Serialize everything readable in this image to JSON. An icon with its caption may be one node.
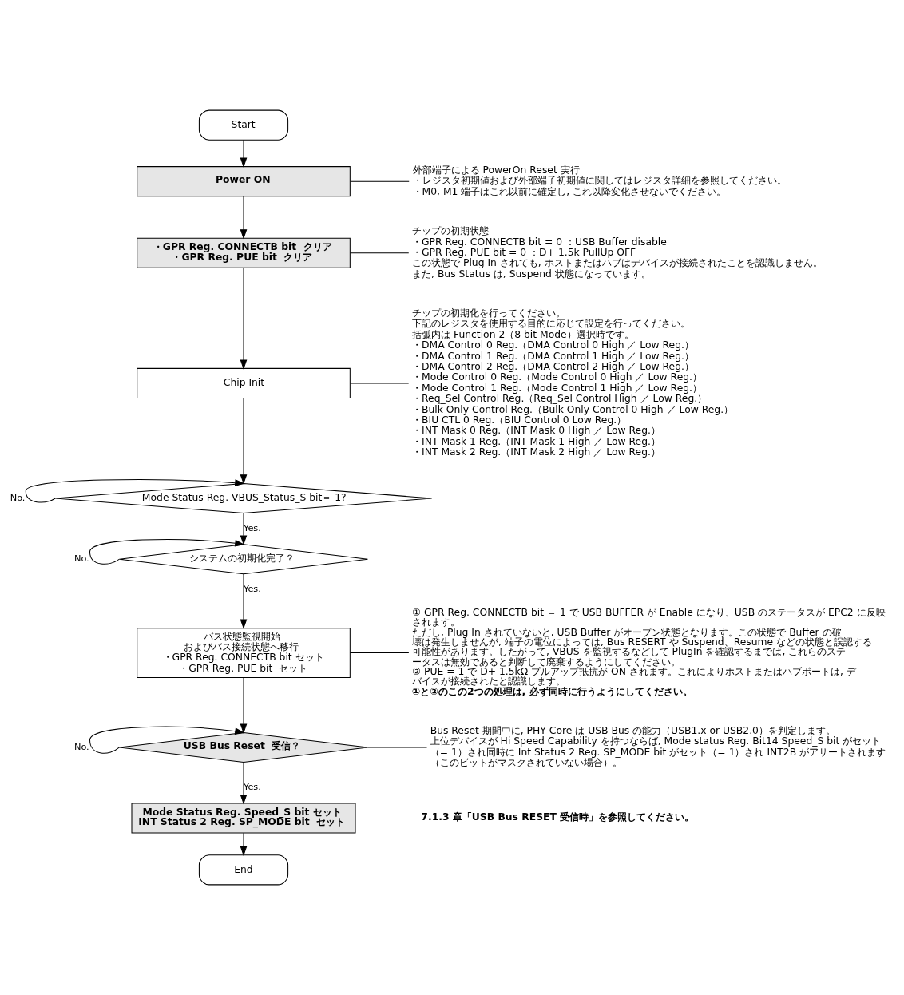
{
  "diagram": {
    "nodes": [
      {
        "text": [
          "Start"
        ]
      },
      {
        "text": [
          "Power ON"
        ]
      },
      {
        "text": [
          "・GPR Reg. CONNECTB bit  クリア",
          "・GPR Reg. PUE bit  クリア"
        ]
      },
      {
        "text": [
          "Chip Init"
        ]
      },
      {
        "text": [
          "Mode Status Reg. VBUS_Status_S bit＝ 1?"
        ]
      },
      {
        "text": [
          "システムの初期化完了？"
        ]
      },
      {
        "text": [
          "バス状態監視開始",
          "およびバス接続状態へ移行",
          "・GPR Reg. CONNECTB bit セット",
          "・GPR Reg. PUE bit  セット"
        ]
      },
      {
        "text": [
          "USB Bus Reset  受信？"
        ]
      },
      {
        "text": [
          "Mode Status Reg. Speed_S bit セット",
          "INT Status 2 Reg. SP_MODE bit  セット"
        ]
      },
      {
        "text": [
          "End"
        ]
      },
      {
        "text": [
          "外部端子による PowerOn Reset 実行",
          "・レジスタ初期値および外部端子初期値に関してはレジスタ詳細を参照してください。",
          "・M0, M1 端子はこれ以前に確定し, これ以降変化させないでください。"
        ]
      },
      {
        "text": [
          "チップの初期状態",
          "・GPR Reg. CONNECTB bit = 0 ：USB Buffer disable",
          "・GPR Reg. PUE bit = 0 ：D+ 1.5k PullUp OFF",
          "この状態で Plug In されても, ホストまたはハブはデバイスが接続されたことを認識しません。",
          "また, Bus Status は, Suspend 状態になっています。"
        ]
      },
      {
        "text": [
          "チップの初期化を行ってください。",
          "下記のレジスタを使用する目的に応じて設定を行ってください。",
          "括弧内は Function 2（8 bit Mode）選択時です。",
          "・DMA Control 0 Reg.（DMA Control 0 High ／ Low Reg.）",
          "・DMA Control 1 Reg.（DMA Control 1 High ／ Low Reg.）",
          "・DMA Control 2 Reg.（DMA Control 2 High ／ Low Reg.）",
          "・Mode Control 0 Reg.（Mode Control 0 High ／ Low Reg.）",
          "・Mode Control 1 Reg.（Mode Control 1 High ／ Low Reg.）",
          "・Req_Sel Control Reg.（Req_Sel Control High ／ Low Reg.）",
          "・Bulk Only Control Reg.（Bulk Only Control 0 High ／ Low Reg.）",
          "・BIU CTL 0 Reg.（BIU Control 0 Low Reg.）",
          "・INT Mask 0 Reg.（INT Mask 0 High ／ Low Reg.）",
          "・INT Mask 1 Reg.（INT Mask 1 High ／ Low Reg.）",
          "・INT Mask 2 Reg.（INT Mask 2 High ／ Low Reg.）"
        ]
      },
      {
        "text": [
          "① GPR Reg. CONNECTB bit ＝ 1 で USB BUFFER が Enable になり、USB のステータスが EPC2 に反映されます。",
          "ただし, Plug In されていないと, USB Buffer がオープン状態となります。この状態で Buffer の破壊は発生しませんが, 端子の電位によっては, Bus RESERT や Suspend、Resume などの状態と誤認する可能性があります。したがって, VBUS を監視するなどして PlugIn を確認するまでは, これらのステータスは無効であると判断して廃棄するようにしてください。",
          "② PUE = 1 で D+ 1.5kΩ プルアップ抵抗が ON されます。これによりホストまたはハブポートは, デバイスが接続されたと認識します。",
          "①と②のこの2つの処理は, 必ず同時に行うようにしてください。"
        ]
      },
      {
        "text": [
          "Bus Reset 期間中に, PHY Core は USB Bus の能力（USB1.x or USB2.0）を判定します。",
          "上位デバイスが Hi Speed Capability を持つならば, Mode status Reg. Bit14 Speed_S bit がセット（= 1）され同時に Int Status 2 Reg. SP_MODE bit がセット（= 1）され INT2B がアサートされます（このビットがマスクされていない場合）。"
        ]
      }
    ],
    "edges": [
      {
        "from": 0,
        "to": 1,
        "arrow": "to"
      },
      {
        "from": 1,
        "to": 2,
        "arrow": "to"
      },
      {
        "from": 2,
        "to": 3,
        "arrow": "to"
      },
      {
        "from": 3,
        "to": 4,
        "arrow": "to"
      },
      {
        "from": 4,
        "to": 4,
        "arrow": "to",
        "label": "No."
      },
      {
        "from": 4,
        "to": 5,
        "arrow": "to",
        "label": "Yes."
      },
      {
        "from": 5,
        "to": 5,
        "arrow": "to",
        "label": "No."
      },
      {
        "from": 5,
        "to": 6,
        "arrow": "to",
        "label": "Yes."
      },
      {
        "from": 6,
        "to": 7,
        "arrow": "to"
      },
      {
        "from": 7,
        "to": 7,
        "arrow": "to",
        "label": "No."
      },
      {
        "from": 7,
        "to": 8,
        "arrow": "to",
        "label": "Yes."
      },
      {
        "from": 8,
        "to": 9,
        "arrow": "to"
      },
      {
        "from": 1,
        "to": 10,
        "arrow": "none"
      },
      {
        "from": 2,
        "to": 11,
        "arrow": "none"
      },
      {
        "from": 3,
        "to": 12,
        "arrow": "none"
      },
      {
        "from": 6,
        "to": 13,
        "arrow": "none"
      },
      {
        "from": 7,
        "to": 14,
        "arrow": "none"
      }
    ],
    "labels": [
      "7.1.3 章「USB Bus RESET 受信時」を参照してください。"
    ]
  }
}
